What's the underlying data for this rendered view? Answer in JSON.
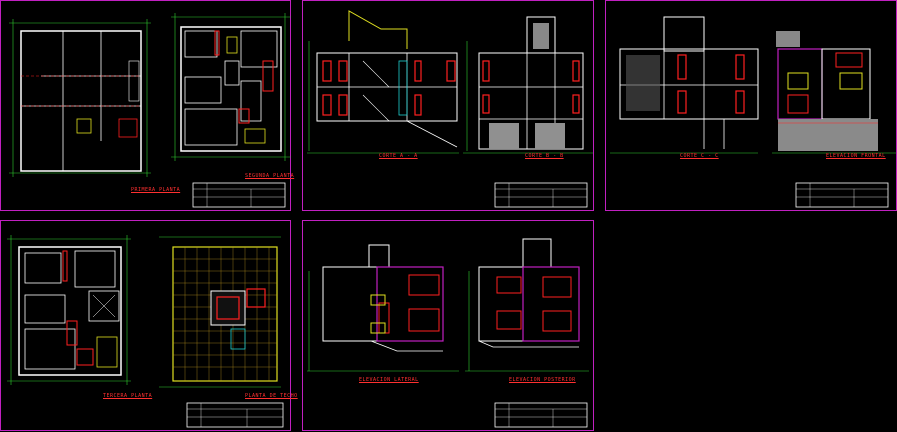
{
  "sheets": [
    {
      "labels": [
        "PRIMERA PLANTA",
        "SEGUNDA PLANTA"
      ]
    },
    {
      "labels": [
        "CORTE A - A",
        "CORTE B - B"
      ]
    },
    {
      "labels": [
        "CORTE C - C",
        "ELEVACION FRONTAL"
      ]
    },
    {
      "labels": [
        "TERCERA PLANTA",
        "PLANTA DE TECHO"
      ]
    },
    {
      "labels": [
        "ELEVACION LATERAL",
        "ELEVACION POSTERIOR"
      ]
    }
  ],
  "colors": {
    "frame": "#c020c0",
    "wall": "#ffffff",
    "dim": "#30d030",
    "accent": "#ff2020",
    "yellow": "#e0e020",
    "cyan": "#20d0d0"
  }
}
